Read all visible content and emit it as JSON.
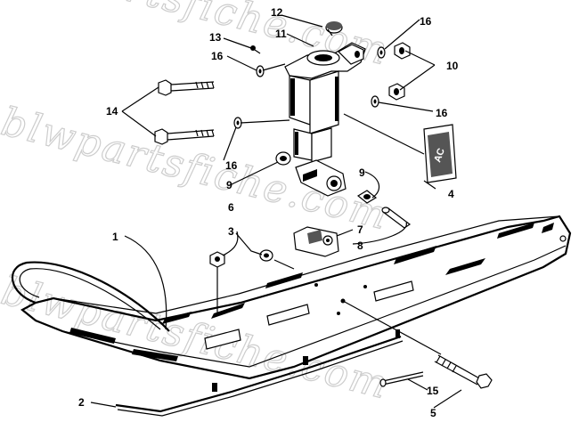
{
  "watermark": {
    "lines": [
      "blwpartsfiche.com",
      "blwpartsfiche.com",
      "blwpartsfiche.com"
    ]
  },
  "logo_plate": {
    "lettering": "AC"
  },
  "labels": {
    "p1": "1",
    "p2": "2",
    "p3": "3",
    "p4": "4",
    "p5": "5",
    "p6": "6",
    "p7": "7",
    "p8": "8",
    "p9a": "9",
    "p9b": "9",
    "p10": "10",
    "p11": "11",
    "p12": "12",
    "p13": "13",
    "p14": "14",
    "p15": "15",
    "p16a": "16",
    "p16b": "16",
    "p16c": "16",
    "p16d": "16"
  }
}
